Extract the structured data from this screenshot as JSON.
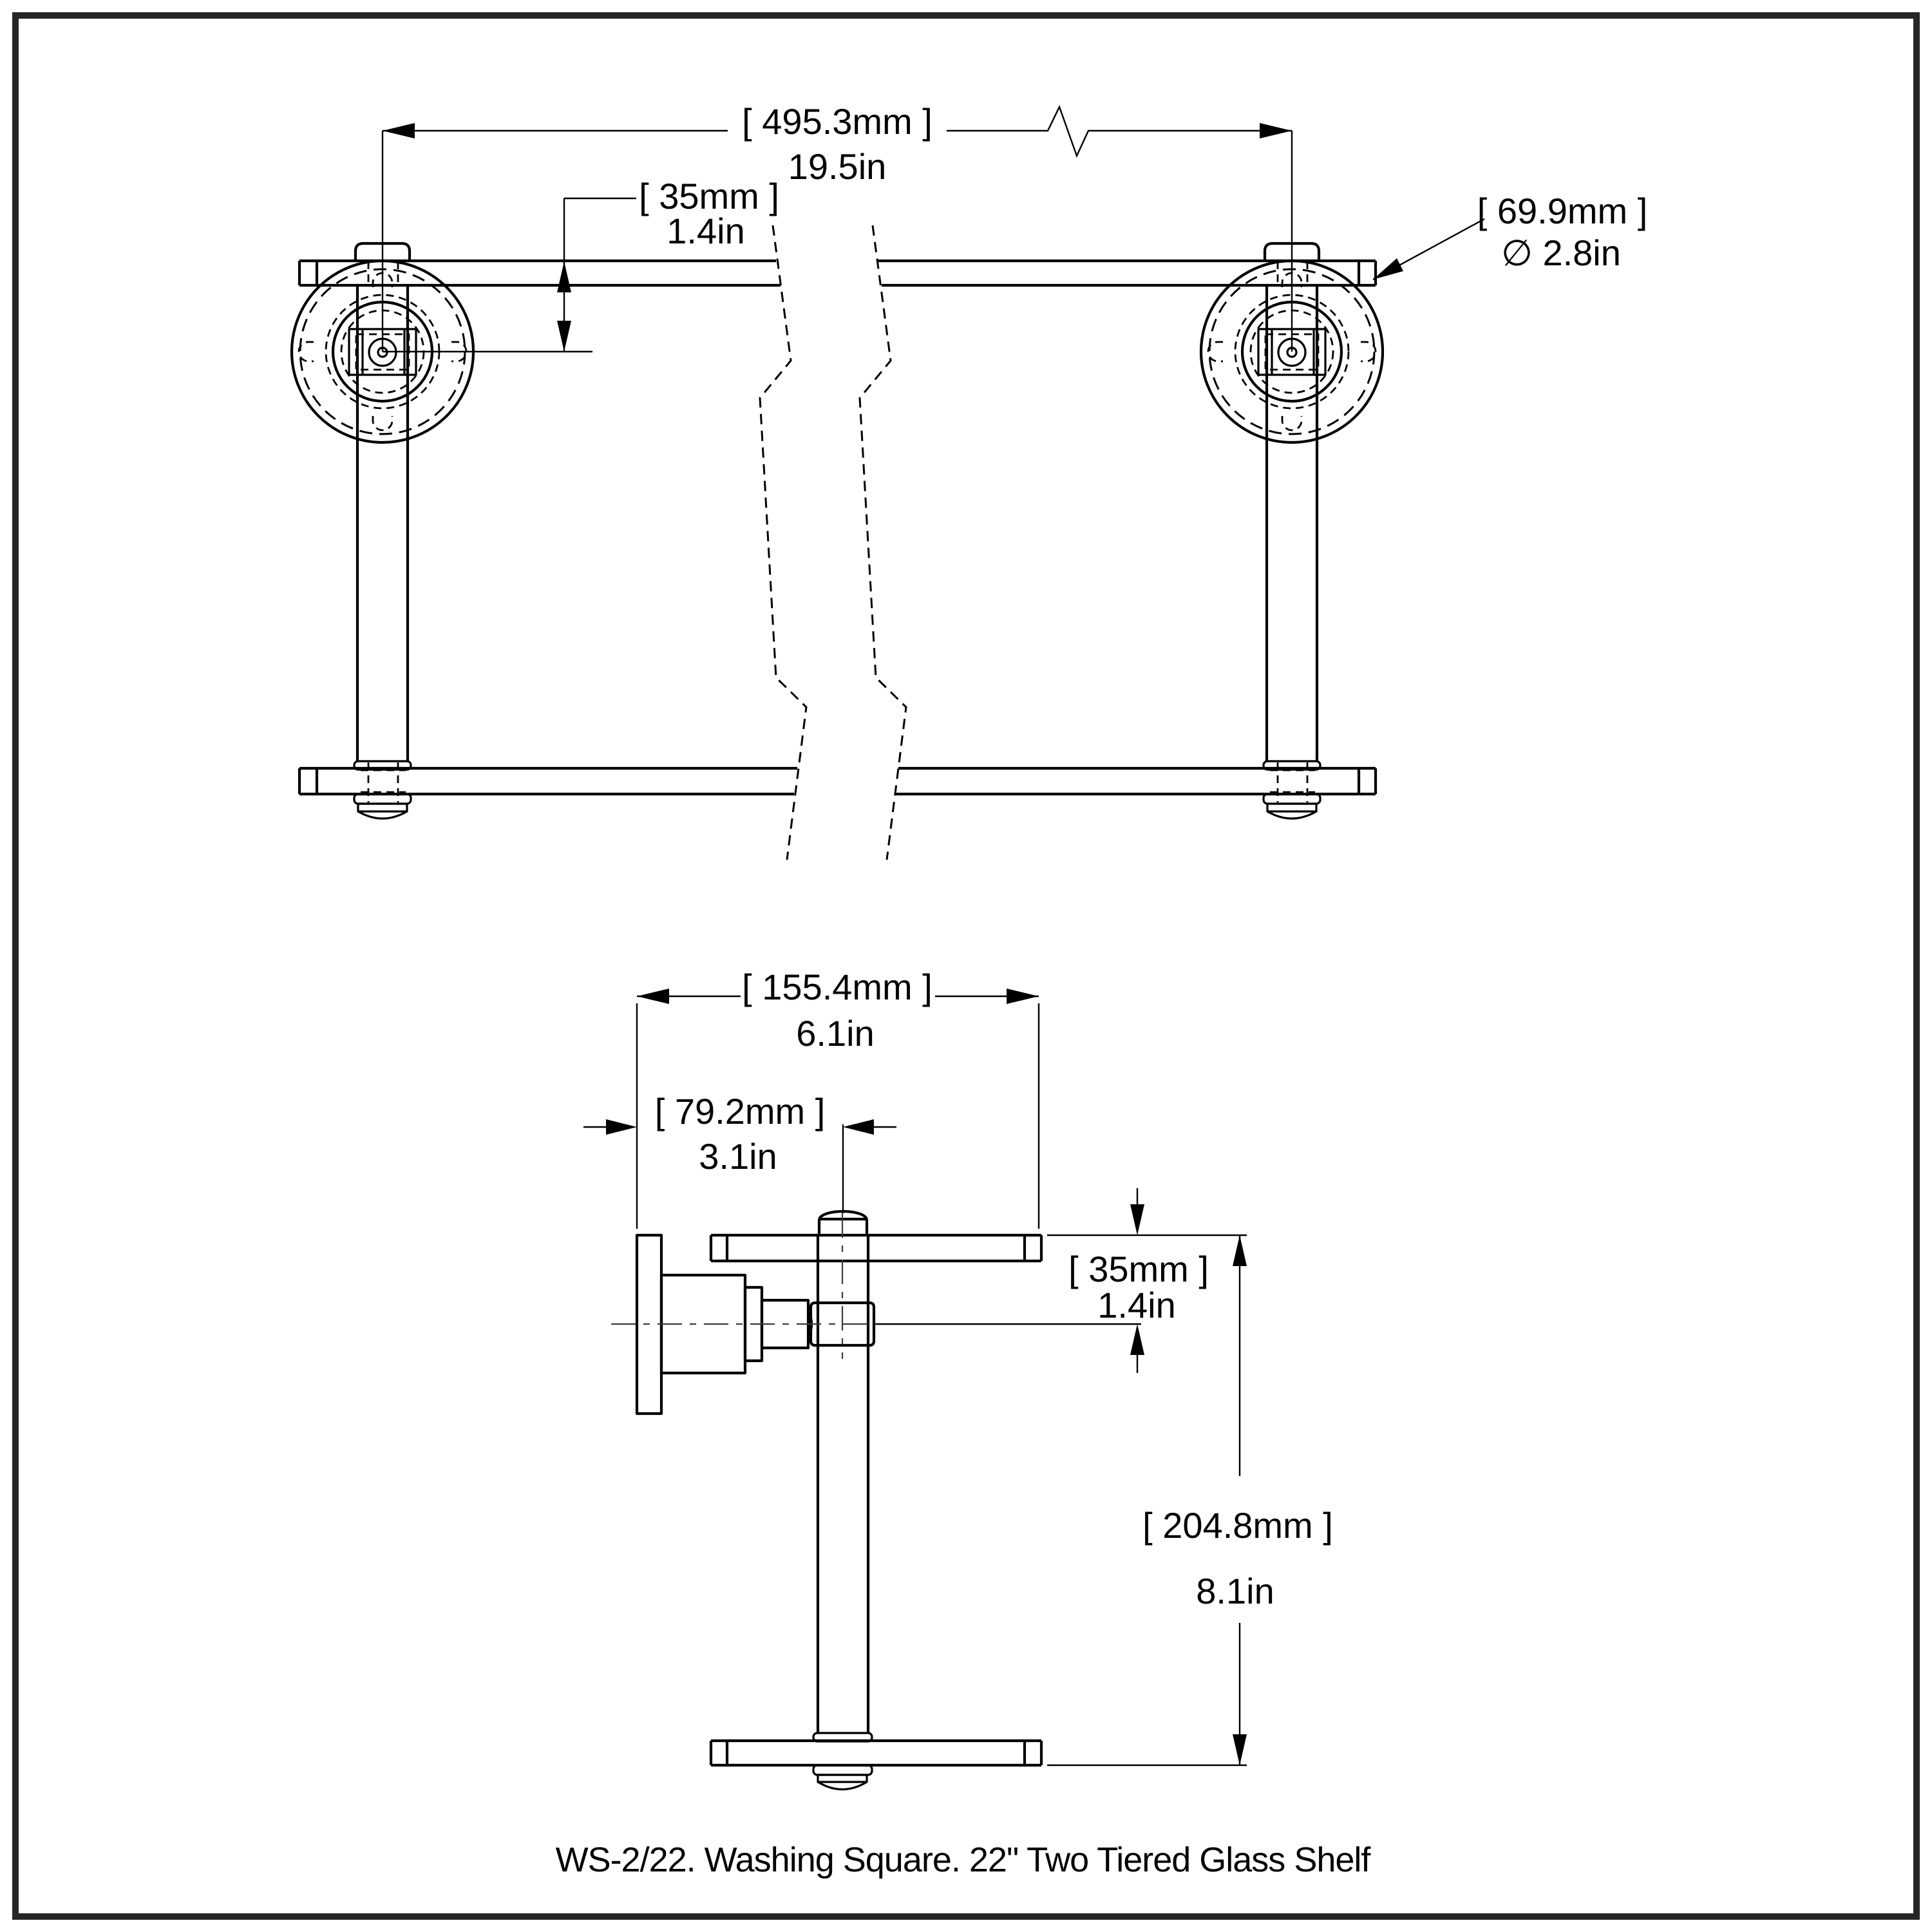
{
  "drawing": {
    "caption": "WS-2/22. Washing Square. 22\" Two Tiered Glass Shelf",
    "line_color": "#000000",
    "border_color": "#262626",
    "front": {
      "center_to_center": {
        "mm": "[ 495.3mm ]",
        "inch": "19.5in"
      },
      "shelf_drop": {
        "mm": "[ 35mm ]",
        "inch": "1.4in"
      },
      "flange_diameter": {
        "mm": "[ 69.9mm ]",
        "inch": "∅ 2.8in"
      }
    },
    "side": {
      "depth": {
        "mm": "[ 155.4mm ]",
        "inch": "6.1in"
      },
      "wall_to_pole": {
        "mm": "[ 79.2mm ]",
        "inch": "3.1in"
      },
      "shelf_drop": {
        "mm": "[ 35mm ]",
        "inch": "1.4in"
      },
      "tier_spacing": {
        "mm": "[ 204.8mm ]",
        "inch": "8.1in"
      }
    }
  }
}
